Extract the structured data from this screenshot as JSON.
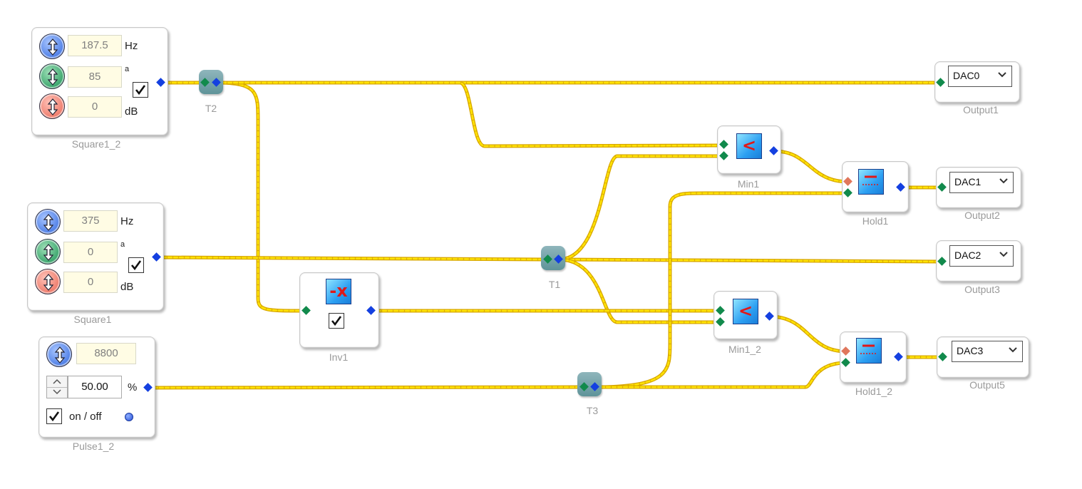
{
  "blocks": {
    "square1_2": {
      "label": "Square1_2",
      "freq": "187.5",
      "freq_unit": "Hz",
      "amp": "85",
      "amp_unit": "a",
      "gain": "0",
      "gain_unit": "dB",
      "enabled": true
    },
    "square1": {
      "label": "Square1",
      "freq": "375",
      "freq_unit": "Hz",
      "amp": "0",
      "amp_unit": "a",
      "gain": "0",
      "gain_unit": "dB",
      "enabled": true
    },
    "pulse1_2": {
      "label": "Pulse1_2",
      "freq": "8800",
      "duty": "50.00",
      "duty_unit": "%",
      "toggle_label": "on / off",
      "enabled": true
    },
    "inv1": {
      "label": "Inv1",
      "symbol": "-x",
      "enabled": true
    },
    "min1": {
      "label": "Min1",
      "symbol": "<"
    },
    "min1_2": {
      "label": "Min1_2",
      "symbol": "<"
    },
    "hold1": {
      "label": "Hold1"
    },
    "hold1_2": {
      "label": "Hold1_2"
    },
    "t1": {
      "label": "T1"
    },
    "t2": {
      "label": "T2"
    },
    "t3": {
      "label": "T3"
    },
    "output1": {
      "label": "Output1",
      "channel": "DAC0"
    },
    "output2": {
      "label": "Output2",
      "channel": "DAC1"
    },
    "output3": {
      "label": "Output3",
      "channel": "DAC2"
    },
    "output5": {
      "label": "Output5",
      "channel": "DAC3"
    }
  },
  "colors": {
    "wire_outer": "#d9a800",
    "wire_inner": "#ffe400",
    "pin_input": "#118a4c",
    "pin_output": "#1440e0",
    "pin_hold": "#e0775c",
    "field_bg": "#fffce4",
    "operator_symbol": "#e01818"
  },
  "icons": {
    "knob": "up-down-arrows-icon",
    "checkbox": "checkmark-icon",
    "select": "chevron-down-icon",
    "hold": "sample-hold-icon"
  }
}
